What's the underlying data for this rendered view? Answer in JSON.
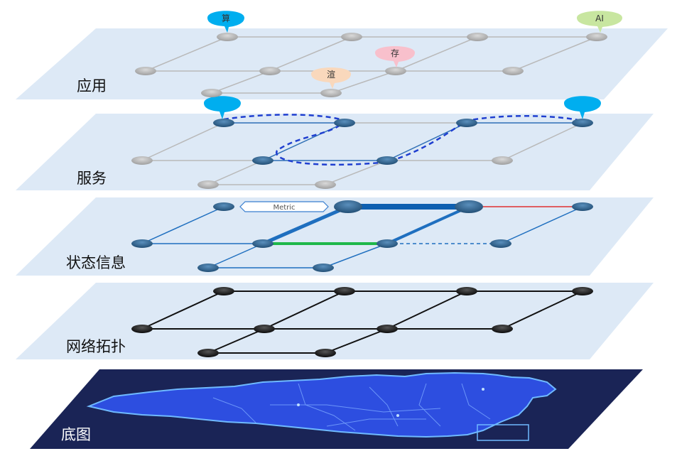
{
  "layers": [
    {
      "key": "app",
      "label": "应用"
    },
    {
      "key": "service",
      "label": "服务"
    },
    {
      "key": "state",
      "label": "状态信息"
    },
    {
      "key": "topo",
      "label": "网络拓扑"
    },
    {
      "key": "base",
      "label": "底图"
    }
  ],
  "app_pins": {
    "compute": "算",
    "ai": "AI",
    "storage": "存",
    "render": "渲"
  },
  "metric_label": "Metric",
  "colors": {
    "plane": "#dde9f6",
    "app_router": "#b3b3b3",
    "service_router": "#2f6591",
    "topo_router": "#111111",
    "map_bg": "#1a2456",
    "map_land": "#2d4ee0",
    "pin_blue": "#00aeef",
    "pin_green": "#c8e6a0",
    "pin_pink": "#f8c0cc",
    "pin_peach": "#f9d8bc",
    "link_red": "#e03030",
    "link_green": "#1fb84a",
    "link_blue": "#1f6fbf",
    "path_dashed": "#1f3fd0"
  }
}
